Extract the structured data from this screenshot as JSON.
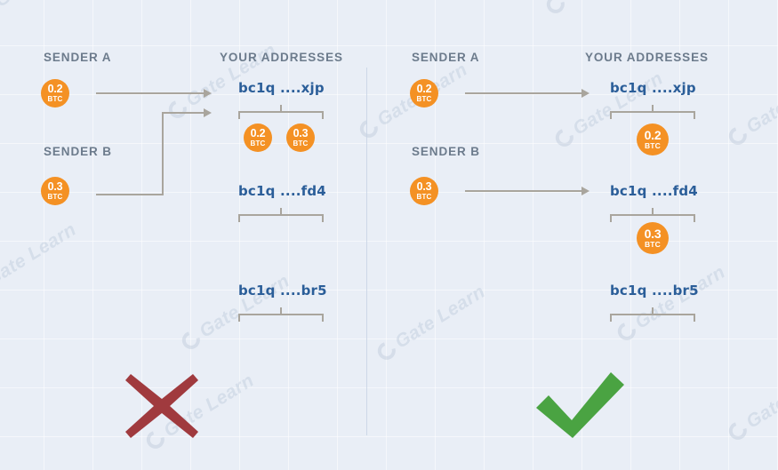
{
  "theme": {
    "background": "#e9eef6",
    "coin_color": "#f49124",
    "address_color": "#2b5e99",
    "label_color": "#6c7b8c",
    "connector_color": "#a9a59d",
    "cross_color": "#a03a3e",
    "check_color": "#4aa342",
    "watermark_text": "Gate Learn"
  },
  "watermark": {
    "label": "Gate Learn",
    "logo": "gate-g-icon"
  },
  "panels": [
    {
      "id": "bad-practice",
      "verdict": "cross",
      "headers": {
        "senders": "SENDER A",
        "addresses": "YOUR ADDRESSES"
      },
      "sender_b_label": "SENDER B",
      "senders": [
        {
          "name": "SENDER A",
          "amount": "0.2",
          "unit": "BTC"
        },
        {
          "name": "SENDER B",
          "amount": "0.3",
          "unit": "BTC"
        }
      ],
      "addresses": [
        {
          "label": "bc1q ....xjp",
          "coins": [
            {
              "amount": "0.2",
              "unit": "BTC"
            },
            {
              "amount": "0.3",
              "unit": "BTC"
            }
          ]
        },
        {
          "label": "bc1q ....fd4",
          "coins": []
        },
        {
          "label": "bc1q ....br5",
          "coins": []
        }
      ]
    },
    {
      "id": "good-practice",
      "verdict": "check",
      "headers": {
        "senders": "SENDER A",
        "addresses": "YOUR ADDRESSES"
      },
      "sender_b_label": "SENDER B",
      "senders": [
        {
          "name": "SENDER A",
          "amount": "0.2",
          "unit": "BTC"
        },
        {
          "name": "SENDER B",
          "amount": "0.3",
          "unit": "BTC"
        }
      ],
      "addresses": [
        {
          "label": "bc1q ....xjp",
          "coins": [
            {
              "amount": "0.2",
              "unit": "BTC"
            }
          ]
        },
        {
          "label": "bc1q ....fd4",
          "coins": [
            {
              "amount": "0.3",
              "unit": "BTC"
            }
          ]
        },
        {
          "label": "bc1q ....br5",
          "coins": []
        }
      ]
    }
  ]
}
